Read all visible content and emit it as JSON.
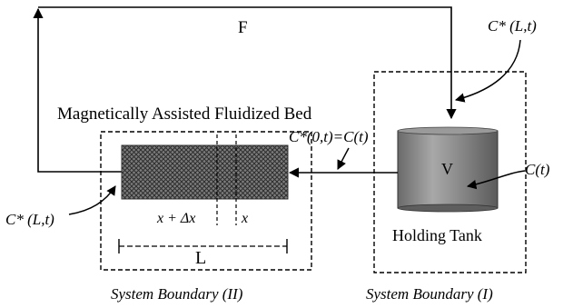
{
  "flow_label": "F",
  "bed_title": "Magnetically Assisted Fluidized Bed",
  "tank_label": "Holding Tank",
  "tank_volume": "V",
  "c_star_L_top": "C* (L,t)",
  "c_star_L_left": "C* (L,t)",
  "c_star_0": "C*(0,t)=C(t)",
  "c_t": "C(t)",
  "x_dx": "x + Δx",
  "x": "x",
  "length": "L",
  "boundary_ii": "System Boundary (II)",
  "boundary_i": "System Boundary (I)"
}
